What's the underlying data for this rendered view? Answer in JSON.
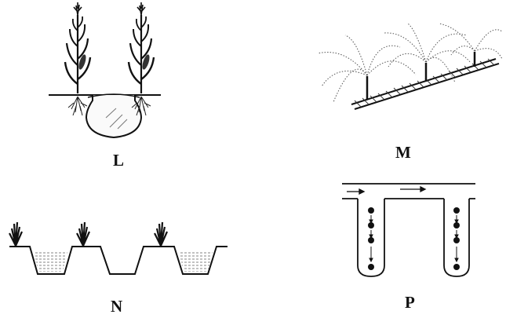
{
  "panels": [
    {
      "id": "L",
      "label": "L"
    },
    {
      "id": "M",
      "label": "M"
    },
    {
      "id": "N",
      "label": "N"
    },
    {
      "id": "P",
      "label": "P"
    }
  ]
}
